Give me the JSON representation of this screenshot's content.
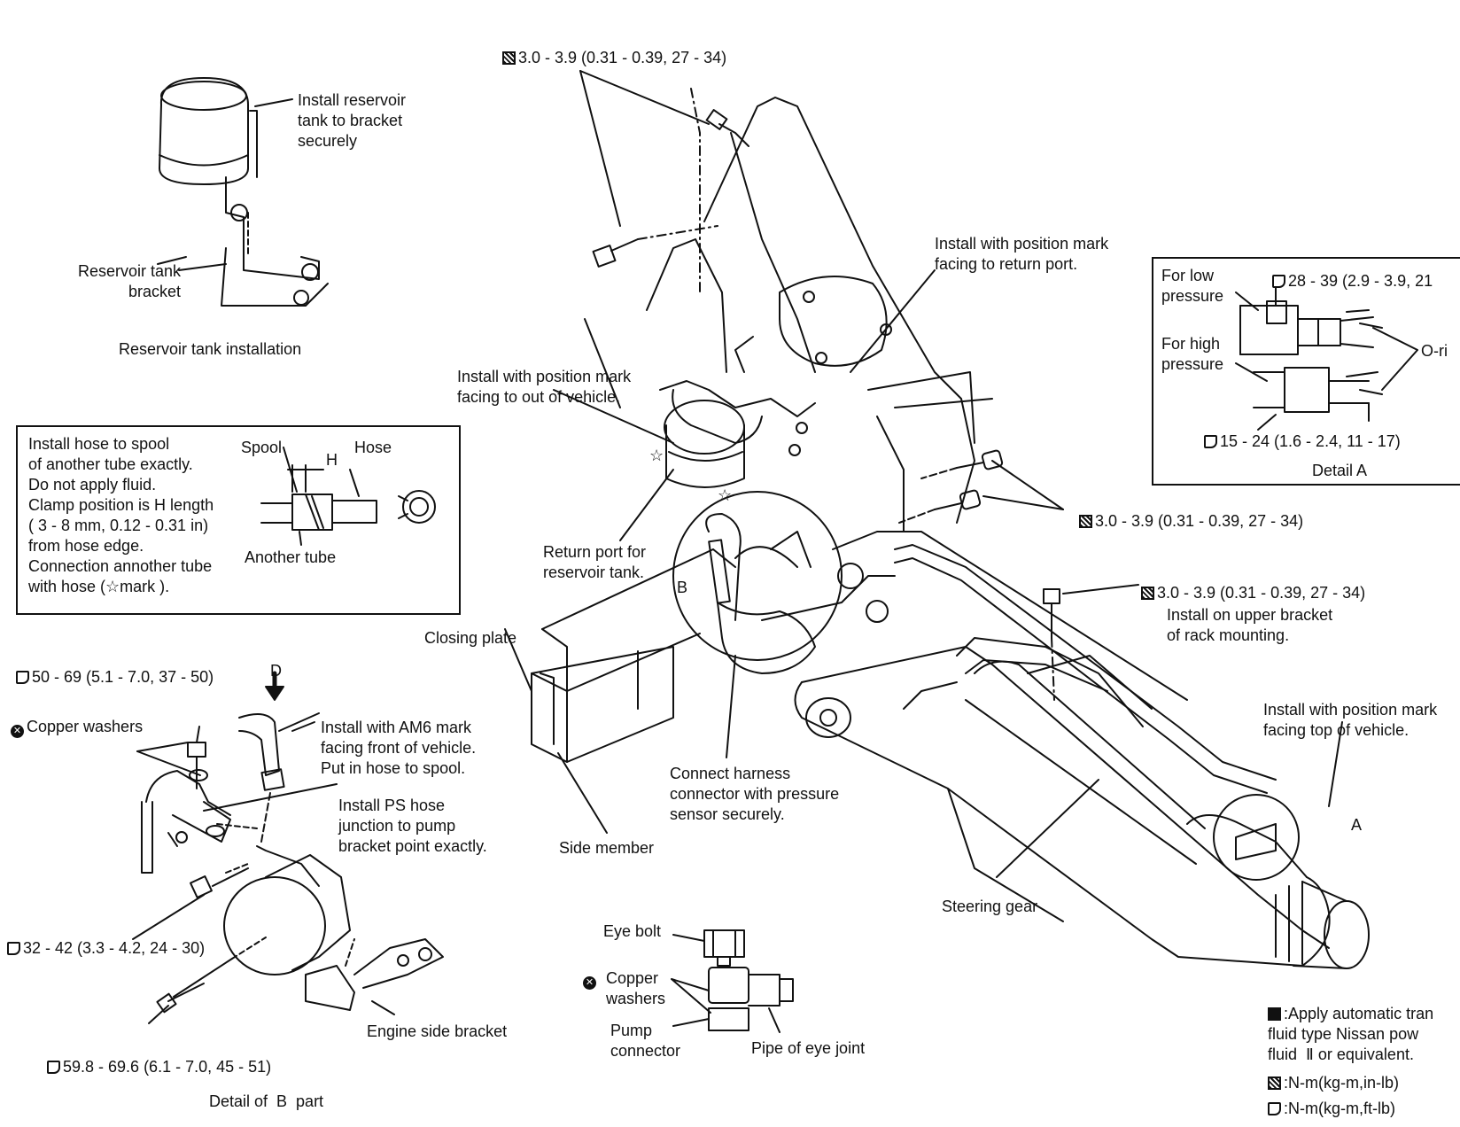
{
  "reservoir": {
    "install_note": "Install reservoir\ntank to bracket\nsecurely",
    "bracket": "Reservoir tank\nbracket",
    "title": "Reservoir tank installation"
  },
  "hose_box": {
    "text": "Install hose to spool\nof another tube exactly.\nDo not apply fluid.\nClamp position is H length\n( 3 - 8 mm, 0.12 - 0.31 in)\nfrom hose edge.\nConnection annother tube\nwith hose (☆mark ).",
    "spool": "Spool",
    "h": "H",
    "hose": "Hose",
    "another_tube": "Another tube"
  },
  "torques": {
    "top": "3.0 - 3.9 (0.31 - 0.39, 27 - 34)",
    "mid": "3.0 - 3.9 (0.31 - 0.39, 27 - 34)",
    "rack": "3.0 - 3.9 (0.31 - 0.39, 27 - 34)",
    "rack_note": "Install on upper bracket\nof rack mounting.",
    "b50": "50 - 69 (5.1 - 7.0, 37 - 50)",
    "b32": "32 - 42 (3.3 - 4.2, 24 - 30)",
    "b59": "59.8 - 69.6 (6.1 - 7.0, 45 - 51)",
    "low": "28 - 39 (2.9 - 3.9, 21",
    "high": "15 - 24 (1.6 - 2.4, 11 - 17)"
  },
  "main": {
    "return_mark": "Install with position mark\nfacing to return port.",
    "out_mark": "Install with position mark\nfacing to out of vehicle.",
    "return_port": "Return port for\nreservoir tank.",
    "closing_plate": "Closing plate",
    "side_member": "Side member",
    "harness": "Connect harness\nconnector with pressure\nsensor securely.",
    "steering_gear": "Steering gear",
    "top_mark": "Install with position mark\nfacing top of vehicle.",
    "b_label": "B",
    "a_label": "A"
  },
  "detail_a": {
    "low": "For low\npressure",
    "high": "For high\npressure",
    "oring": "O-ri",
    "title": "Detail A"
  },
  "detail_b": {
    "d": "D",
    "copper": "Copper washers",
    "am6": "Install with AM6 mark\nfacing front of vehicle.\nPut in hose to spool.",
    "junction": "Install PS hose\njunction to pump\nbracket point exactly.",
    "engine_bracket": "Engine side bracket",
    "title": "Detail of  B  part"
  },
  "eye": {
    "eye_bolt": "Eye bolt",
    "copper": "Copper\nwashers",
    "pump": "Pump\nconnector",
    "pipe": "Pipe of eye joint"
  },
  "legend": {
    "atf": ":Apply automatic tran\nfluid type Nissan pow\nfluid  Ⅱ or equivalent.",
    "nm_in": ":N-m(kg-m,in-lb)",
    "nm_ft": ":N-m(kg-m,ft-lb)"
  },
  "icons": [
    "torque-in-lb-icon",
    "torque-ft-lb-icon",
    "copper-washer-icon",
    "atf-icon",
    "star-mark-icon",
    "arrow-down-icon"
  ]
}
